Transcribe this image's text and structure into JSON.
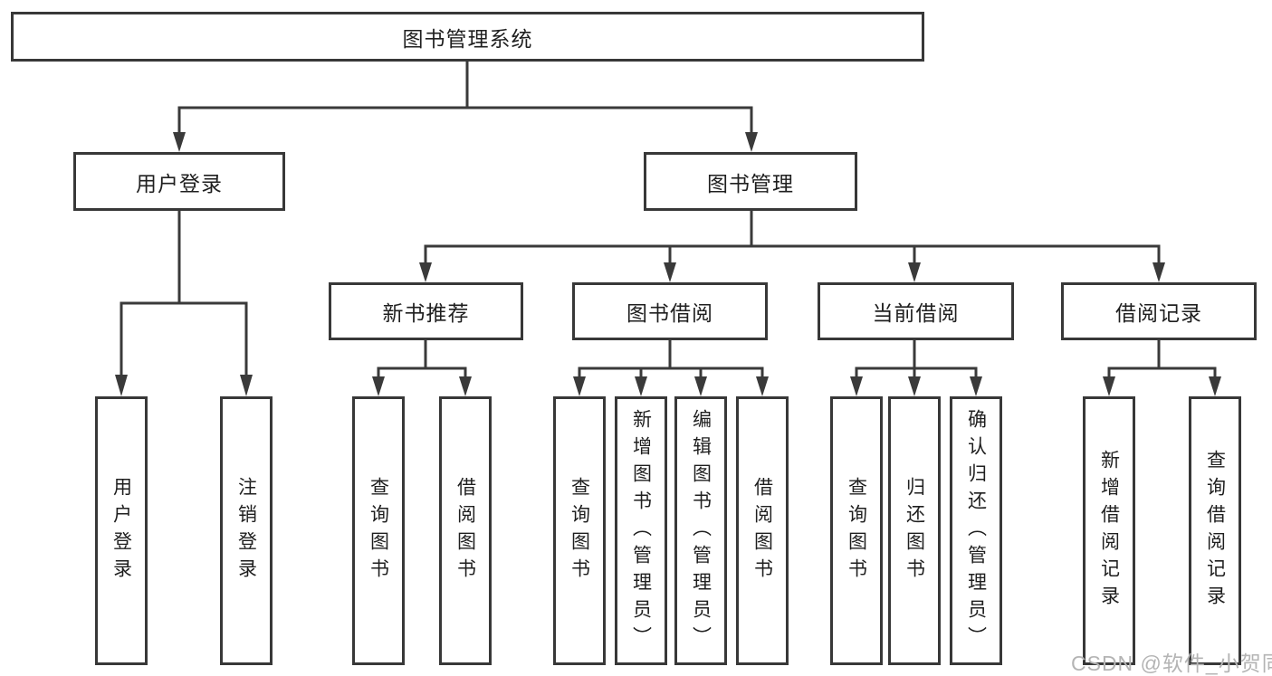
{
  "diagram": {
    "title": "图书管理系统",
    "nodes": {
      "root": "图书管理系统",
      "user_login": "用户登录",
      "book_mgmt": "图书管理",
      "new_book": "新书推荐",
      "book_borrow": "图书借阅",
      "current_borrow": "当前借阅",
      "borrow_records": "借阅记录"
    },
    "leaves": {
      "user_login": [
        "用户登录",
        "注销登录"
      ],
      "new_book": [
        "查询图书",
        "借阅图书"
      ],
      "book_borrow": [
        "查询图书",
        "新增图书（管理员）",
        "编辑图书（管理员）",
        "借阅图书"
      ],
      "current_borrow": [
        "查询图书",
        "归还图书",
        "确认归还（管理员）"
      ],
      "borrow_records": [
        "新增借阅记录",
        "查询借阅记录"
      ]
    },
    "watermark": "CSDN @软件_小贺同学",
    "colors": {
      "line": "#3a3a3a",
      "border": "#383838",
      "text": "#1f1f1f",
      "watermark": "#b4b4b4",
      "background": "#ffffff"
    }
  }
}
